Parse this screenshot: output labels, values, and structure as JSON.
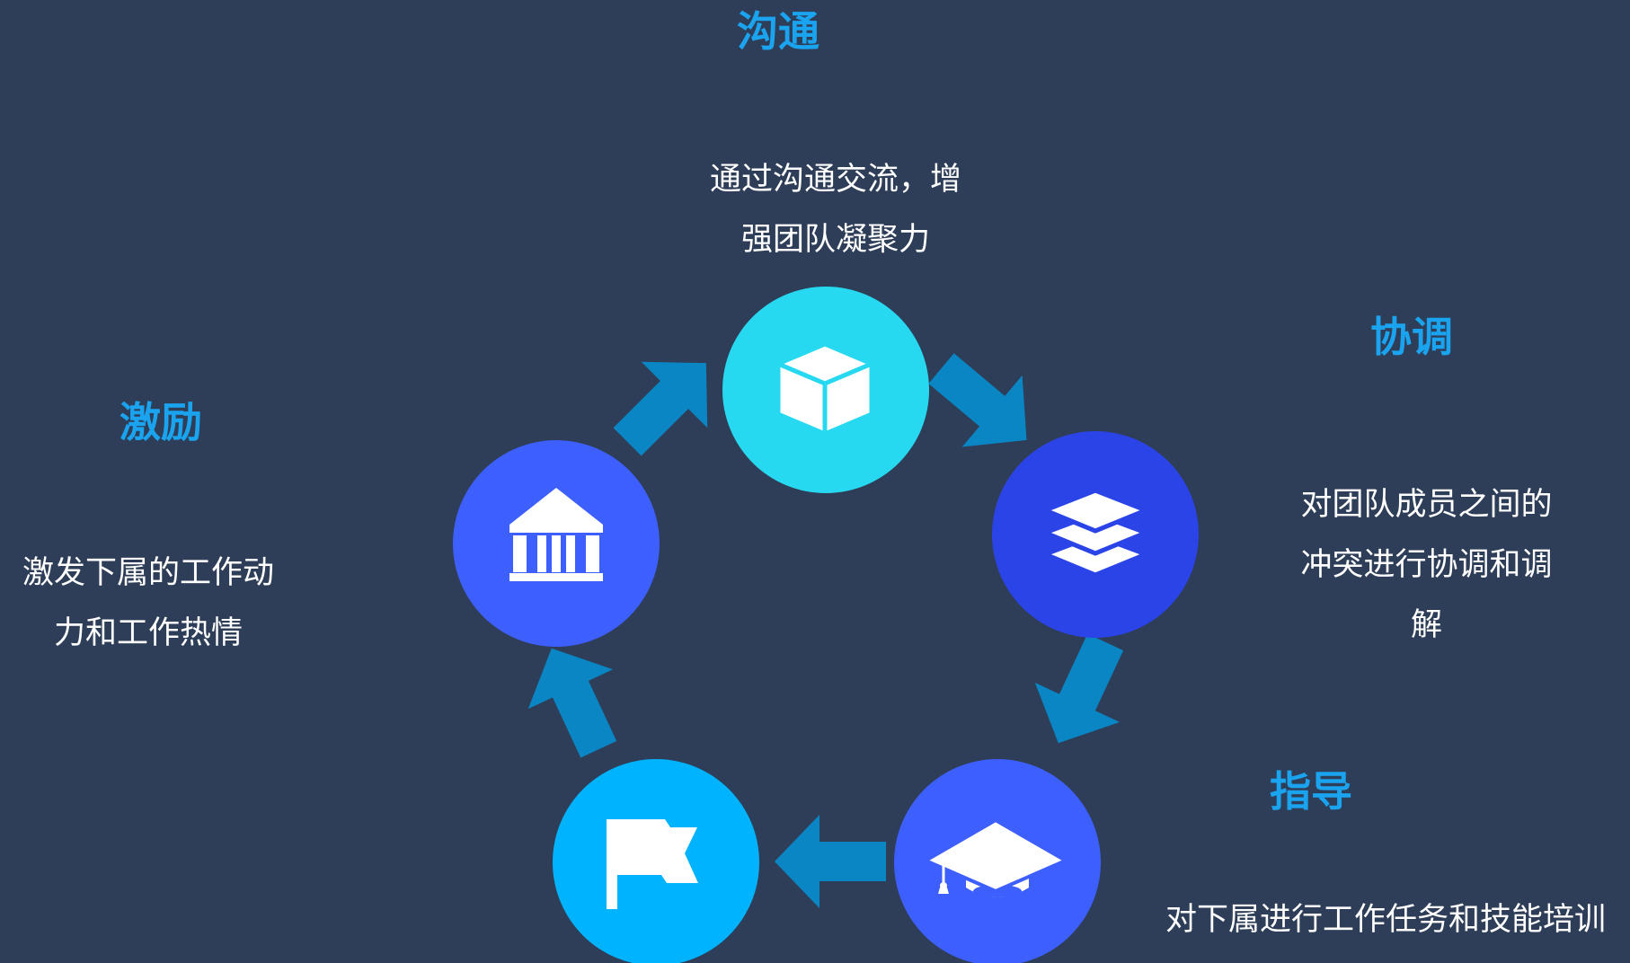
{
  "titles": {
    "communication": "沟通",
    "coordination": "协调",
    "guidance": "指导",
    "motivation": "激励"
  },
  "descriptions": {
    "communication": [
      "通过沟通交流，增",
      "强团队凝聚力"
    ],
    "coordination": [
      "对团队成员之间的",
      "冲突进行协调和调",
      "解"
    ],
    "guidance": [
      "对下属进行工作任务和技能培训"
    ],
    "motivation": [
      "激发下属的工作动",
      "力和工作热情"
    ]
  },
  "nodes": [
    {
      "key": "communication",
      "icon": "cube-icon",
      "color": "#27d9f0"
    },
    {
      "key": "coordination",
      "icon": "layers-icon",
      "color": "#2b44e8"
    },
    {
      "key": "guidance",
      "icon": "graduation-cap-icon",
      "color": "#3d5ffd"
    },
    {
      "key": "goal",
      "icon": "flag-icon",
      "color": "#00b3ff"
    },
    {
      "key": "motivation",
      "icon": "bank-icon",
      "color": "#3d5ffd"
    }
  ],
  "colors": {
    "background": "#2e3e58",
    "title": "#1aa3ee",
    "text": "#ffffff",
    "arrow": "#0a86c4"
  }
}
